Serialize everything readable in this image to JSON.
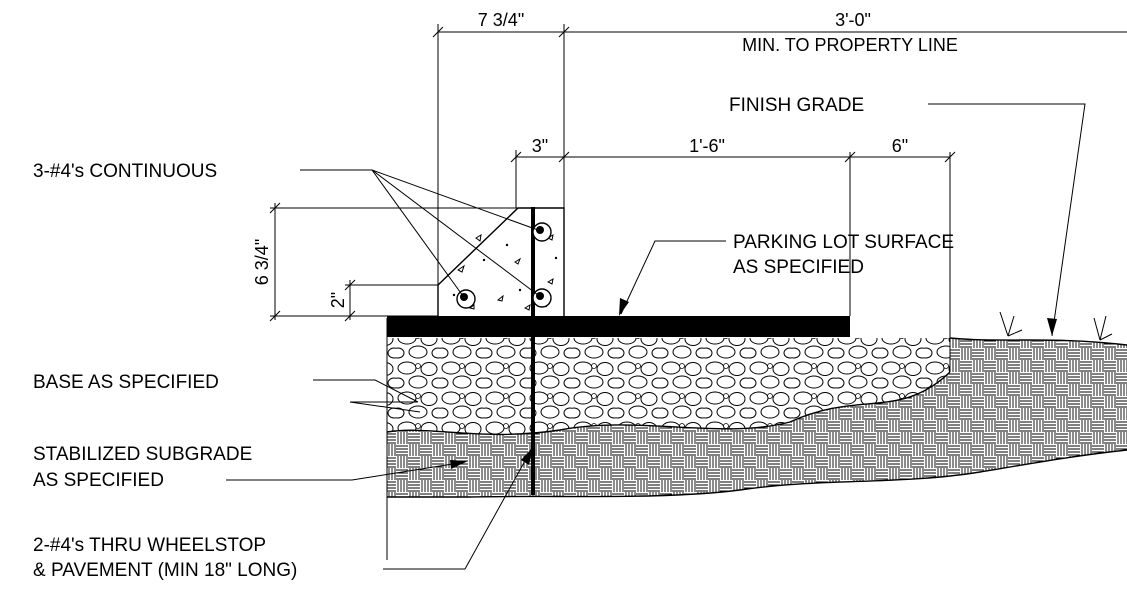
{
  "dimensions": {
    "wheelstop_width": "7 3/4\"",
    "to_property_line": "3'-0\"",
    "to_property_line_note": "MIN. TO PROPERTY LINE",
    "rebar_offset": "3\"",
    "pavement_span": "1'-6\"",
    "pavement_edge": "6\"",
    "wheelstop_height": "6 3/4\"",
    "top_chamfer": "2\""
  },
  "callouts": {
    "finish_grade": "FINISH GRADE",
    "continuous_bars": "3-#4's CONTINUOUS",
    "parking_surface_line1": "PARKING LOT SURFACE",
    "parking_surface_line2": "AS SPECIFIED",
    "base": "BASE AS SPECIFIED",
    "subgrade_line1": "STABILIZED SUBGRADE",
    "subgrade_line2": "AS SPECIFIED",
    "dowel_line1": "2-#4's THRU WHEELSTOP",
    "dowel_line2": "& PAVEMENT (MIN 18\" LONG)"
  },
  "colors": {
    "ink": "#000000",
    "paper": "#ffffff"
  }
}
